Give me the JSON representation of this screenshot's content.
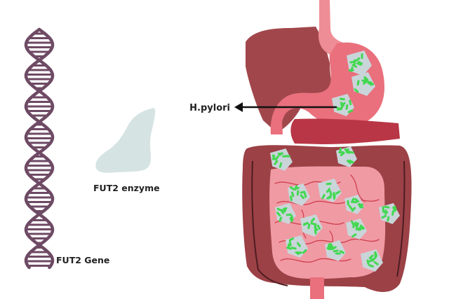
{
  "labels": {
    "hpylori": "H.pylori",
    "enzyme": "FUT2 enzyme",
    "gene": "FUT2 Gene"
  },
  "colors": {
    "dna_strand": "#6e4a64",
    "liver": "#a1474c",
    "stomach": "#e9707c",
    "esophagus": "#ee8d95",
    "pancreas": "#b93646",
    "colon": "#9c4146",
    "small_intestine": "#f09aa4",
    "bacteria_patch": "#c9d5d9",
    "bacteria": "#42d850",
    "enzyme_blob": "#d5e3e3",
    "arrow": "#111111"
  },
  "icons": {
    "dna": "dna-double-helix-icon",
    "enzyme": "enzyme-blob-icon",
    "gut": "digestive-system-illustration"
  }
}
